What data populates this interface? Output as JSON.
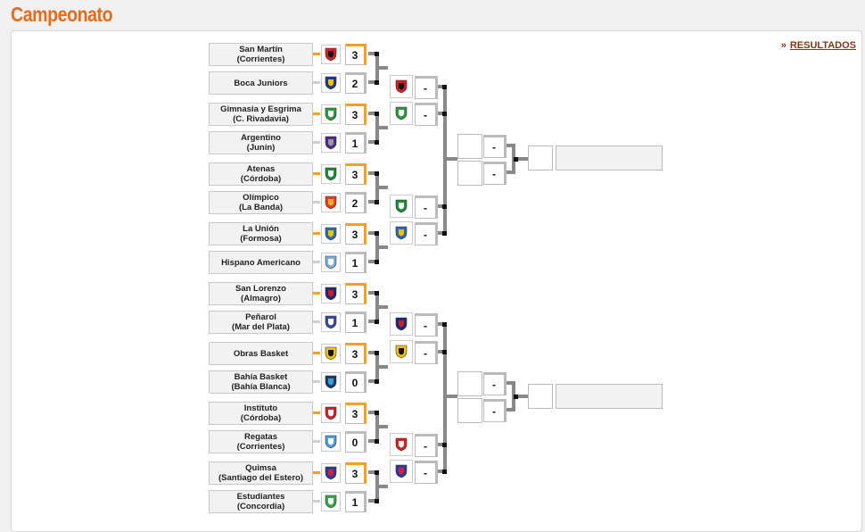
{
  "header": {
    "title": "Campeonato"
  },
  "links": {
    "results_arrow": "»",
    "results_label": "RESULTADOS"
  },
  "colors": {
    "accent": "#e06d1b",
    "winner_bar": "#f4a020",
    "loser_bar": "#bbbbbb",
    "link": "#7a3b1a"
  },
  "round1": [
    {
      "name": "San Martín\n(Corrientes)",
      "score": "3",
      "win": true,
      "logo": "san-martin-corrientes-logo",
      "c1": "#d42020",
      "c2": "#111111"
    },
    {
      "name": "Boca Juniors",
      "score": "2",
      "win": false,
      "logo": "boca-juniors-logo",
      "c1": "#1a3a8a",
      "c2": "#f2c200"
    },
    {
      "name": "Gimnasia y Esgrima\n(C. Rivadavia)",
      "score": "3",
      "win": true,
      "logo": "gimnasia-indalo-logo",
      "c1": "#2e9a3e",
      "c2": "#ffffff"
    },
    {
      "name": "Argentino\n(Junín)",
      "score": "1",
      "win": false,
      "logo": "argentino-junin-logo",
      "c1": "#4a2a8a",
      "c2": "#999999"
    },
    {
      "name": "Atenas\n(Córdoba)",
      "score": "3",
      "win": true,
      "logo": "atenas-cordoba-logo",
      "c1": "#1e8a3a",
      "c2": "#ffffff"
    },
    {
      "name": "Olímpico\n(La Banda)",
      "score": "2",
      "win": false,
      "logo": "olimpico-la-banda-logo",
      "c1": "#e0402a",
      "c2": "#f2b020"
    },
    {
      "name": "La Unión\n(Formosa)",
      "score": "3",
      "win": true,
      "logo": "la-union-formosa-logo",
      "c1": "#2a6ab0",
      "c2": "#f2c200"
    },
    {
      "name": "Hispano Americano",
      "score": "1",
      "win": false,
      "logo": "hispano-americano-logo",
      "c1": "#7ab0e0",
      "c2": "#ffffff"
    },
    {
      "name": "San Lorenzo\n(Almagro)",
      "score": "3",
      "win": true,
      "logo": "san-lorenzo-logo",
      "c1": "#1a2a7a",
      "c2": "#c81e2a"
    },
    {
      "name": "Peñarol\n(Mar del Plata)",
      "score": "1",
      "win": false,
      "logo": "penarol-mdp-logo",
      "c1": "#3a4aa0",
      "c2": "#ffffff"
    },
    {
      "name": "Obras Basket",
      "score": "3",
      "win": true,
      "logo": "obras-basket-logo",
      "c1": "#f2c200",
      "c2": "#111111"
    },
    {
      "name": "Bahía Basket\n(Bahía Blanca)",
      "score": "0",
      "win": false,
      "logo": "bahia-basket-logo",
      "c1": "#1a3a6a",
      "c2": "#3aa0d0"
    },
    {
      "name": "Instituto\n(Córdoba)",
      "score": "3",
      "win": true,
      "logo": "instituto-cordoba-logo",
      "c1": "#d42020",
      "c2": "#ffffff"
    },
    {
      "name": "Regatas\n(Corrientes)",
      "score": "0",
      "win": false,
      "logo": "regatas-corrientes-logo",
      "c1": "#4aa0e0",
      "c2": "#ffffff"
    },
    {
      "name": "Quimsa\n(Santiago del Estero)",
      "score": "3",
      "win": true,
      "logo": "quimsa-logo",
      "c1": "#2a3a9a",
      "c2": "#d42040"
    },
    {
      "name": "Estudiantes\n(Concordia)",
      "score": "1",
      "win": false,
      "logo": "estudiantes-concordia-logo",
      "c1": "#3aa84a",
      "c2": "#ffffff"
    }
  ],
  "round2": [
    {
      "score": "-",
      "logo": "san-martin-corrientes-logo",
      "c1": "#d42020",
      "c2": "#111111"
    },
    {
      "score": "-",
      "logo": "gimnasia-indalo-logo",
      "c1": "#2e9a3e",
      "c2": "#ffffff"
    },
    {
      "score": "-",
      "logo": "atenas-cordoba-logo",
      "c1": "#1e8a3a",
      "c2": "#ffffff"
    },
    {
      "score": "-",
      "logo": "la-union-formosa-logo",
      "c1": "#2a6ab0",
      "c2": "#f2c200"
    },
    {
      "score": "-",
      "logo": "san-lorenzo-logo",
      "c1": "#1a2a7a",
      "c2": "#c81e2a"
    },
    {
      "score": "-",
      "logo": "obras-basket-logo",
      "c1": "#f2c200",
      "c2": "#111111"
    },
    {
      "score": "-",
      "logo": "instituto-cordoba-logo",
      "c1": "#d42020",
      "c2": "#ffffff"
    },
    {
      "score": "-",
      "logo": "quimsa-logo",
      "c1": "#2a3a9a",
      "c2": "#d42040"
    }
  ],
  "round3": [
    {
      "score": "-"
    },
    {
      "score": "-"
    },
    {
      "score": "-"
    },
    {
      "score": "-"
    }
  ]
}
